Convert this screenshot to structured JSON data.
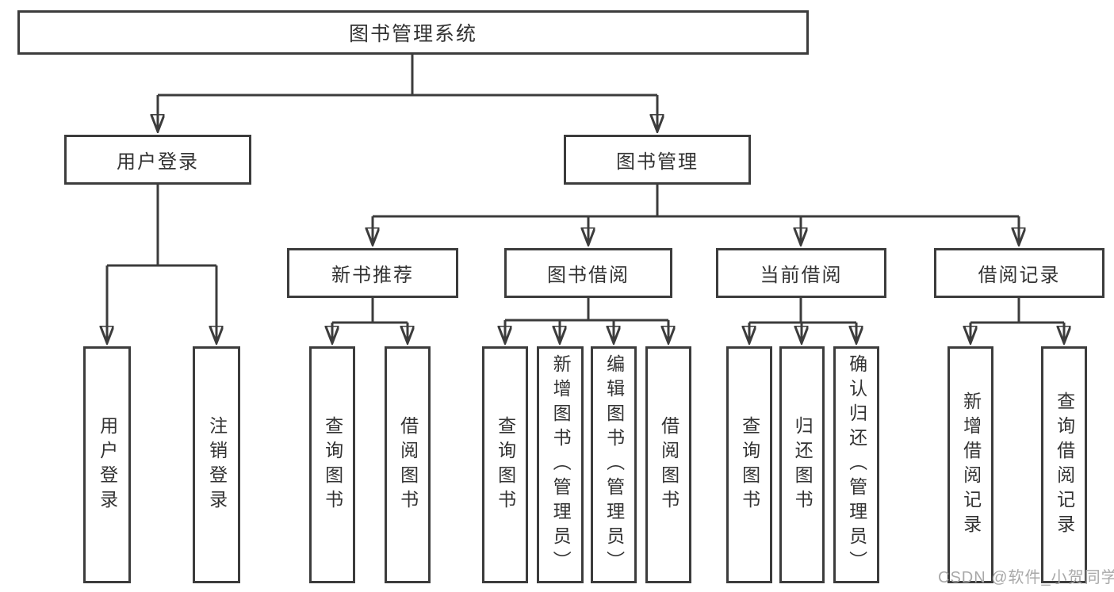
{
  "nodes": {
    "root": "图书管理系统",
    "user_login": "用户登录",
    "book_mgmt": "图书管理",
    "new_book_rec": "新书推荐",
    "book_borrow": "图书借阅",
    "current_borrow": "当前借阅",
    "borrow_record": "借阅记录",
    "leaf_user_login": "用户登录",
    "leaf_logout": "注销登录",
    "leaf_rec_query_book": "查询图书",
    "leaf_rec_borrow_book": "借阅图书",
    "leaf_bor_query_book": "查询图书",
    "leaf_bor_add_book": "新增图书（管理员）",
    "leaf_bor_edit_book": "编辑图书（管理员）",
    "leaf_bor_borrow_book": "借阅图书",
    "leaf_cur_query_book": "查询图书",
    "leaf_cur_return_book": "归还图书",
    "leaf_cur_confirm_return": "确认归还（管理员）",
    "leaf_log_add_record": "新增借阅记录",
    "leaf_log_query_record": "查询借阅记录"
  },
  "watermark": "CSDN @软件_小贺同学",
  "colors": {
    "line": "#3c3c3c",
    "text": "#333333",
    "watermark": "#a9a9a9",
    "background": "#ffffff"
  }
}
